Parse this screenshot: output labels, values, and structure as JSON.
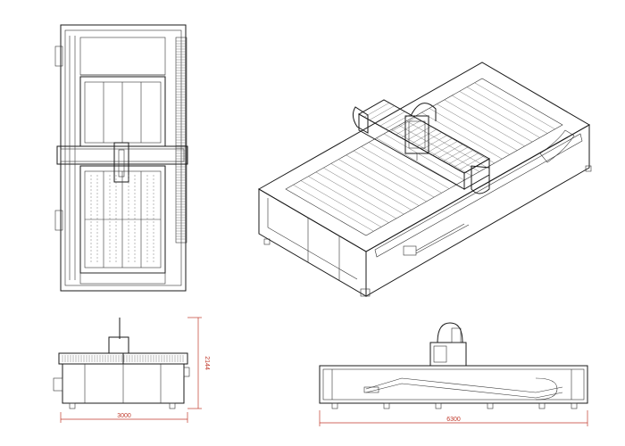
{
  "views": {
    "front": {
      "width_label": "3000",
      "height_label": "2144"
    },
    "side": {
      "length_label": "6300"
    }
  },
  "colors": {
    "line": "#1a1a1a",
    "dimension": "#c0392b"
  }
}
